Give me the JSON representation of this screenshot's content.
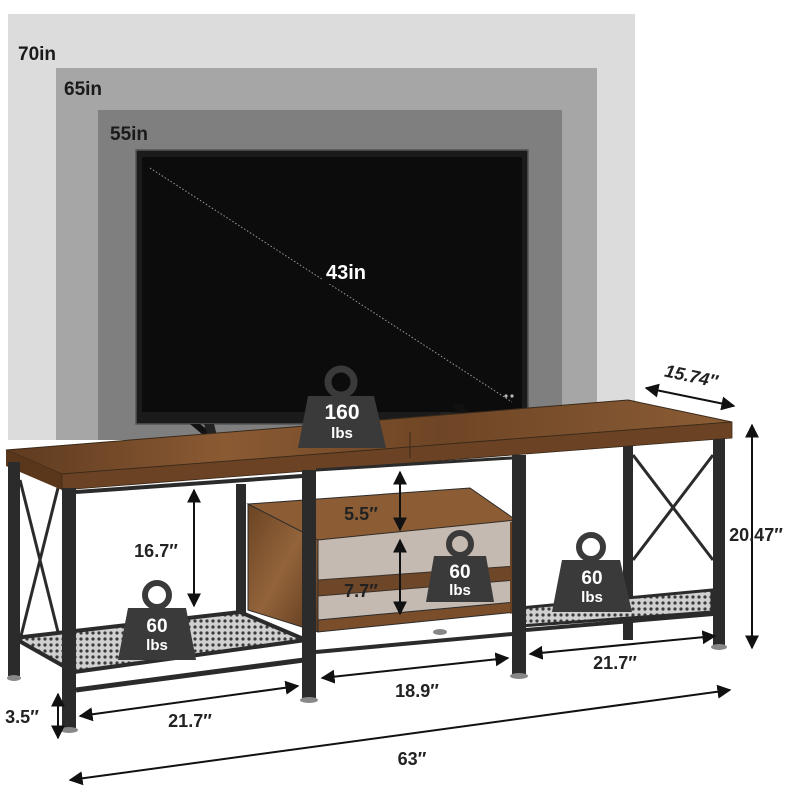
{
  "screens": {
    "s70": "70in",
    "s65": "65in",
    "s55": "55in",
    "s43": "43in"
  },
  "weights": {
    "top": {
      "value": "160",
      "unit": "lbs"
    },
    "left_shelf": {
      "value": "60",
      "unit": "lbs"
    },
    "middle_shelf": {
      "value": "60",
      "unit": "lbs"
    },
    "right_shelf": {
      "value": "60",
      "unit": "lbs"
    }
  },
  "dimensions": {
    "depth": "15.74″",
    "height": "20.47″",
    "left_opening_height": "16.7″",
    "upper_cubby_height": "5.5″",
    "lower_cubby_height": "7.7″",
    "leg_clearance": "3.5″",
    "left_width": "21.7″",
    "middle_width": "18.9″",
    "right_width": "21.7″",
    "total_width": "63″"
  },
  "colors": {
    "screen70": "#dcdcdc",
    "screen65": "#a6a6a6",
    "screen55": "#7f7f7f",
    "tv": "#111111",
    "wood": "#7a4d2b",
    "metal": "#2b2b2b",
    "weight": "#3a3a3a"
  }
}
